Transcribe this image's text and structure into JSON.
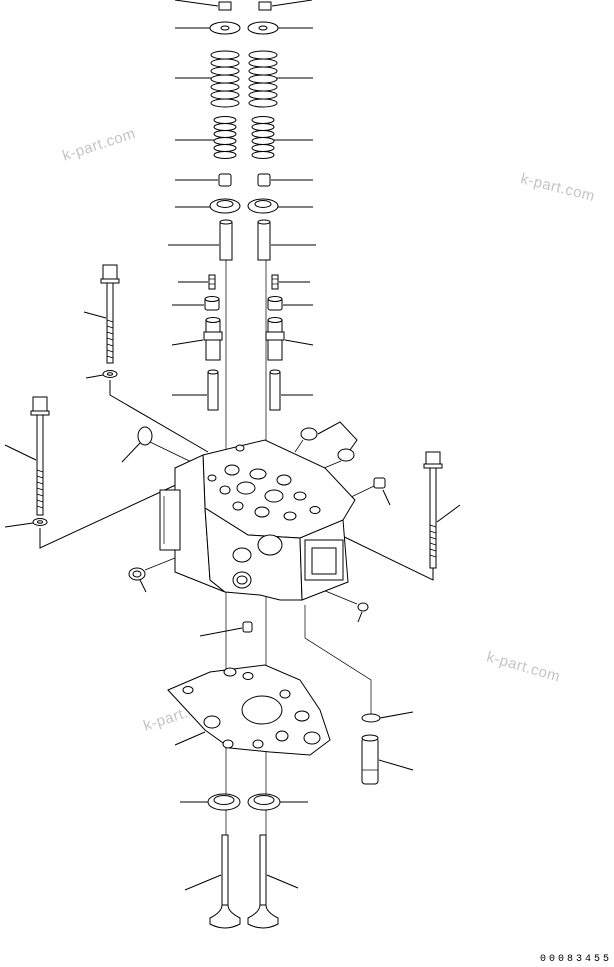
{
  "watermarks": [
    "k-part.com",
    "k-part.com",
    "k-part.com",
    "k-part.com"
  ],
  "drawing_number": "00083455"
}
